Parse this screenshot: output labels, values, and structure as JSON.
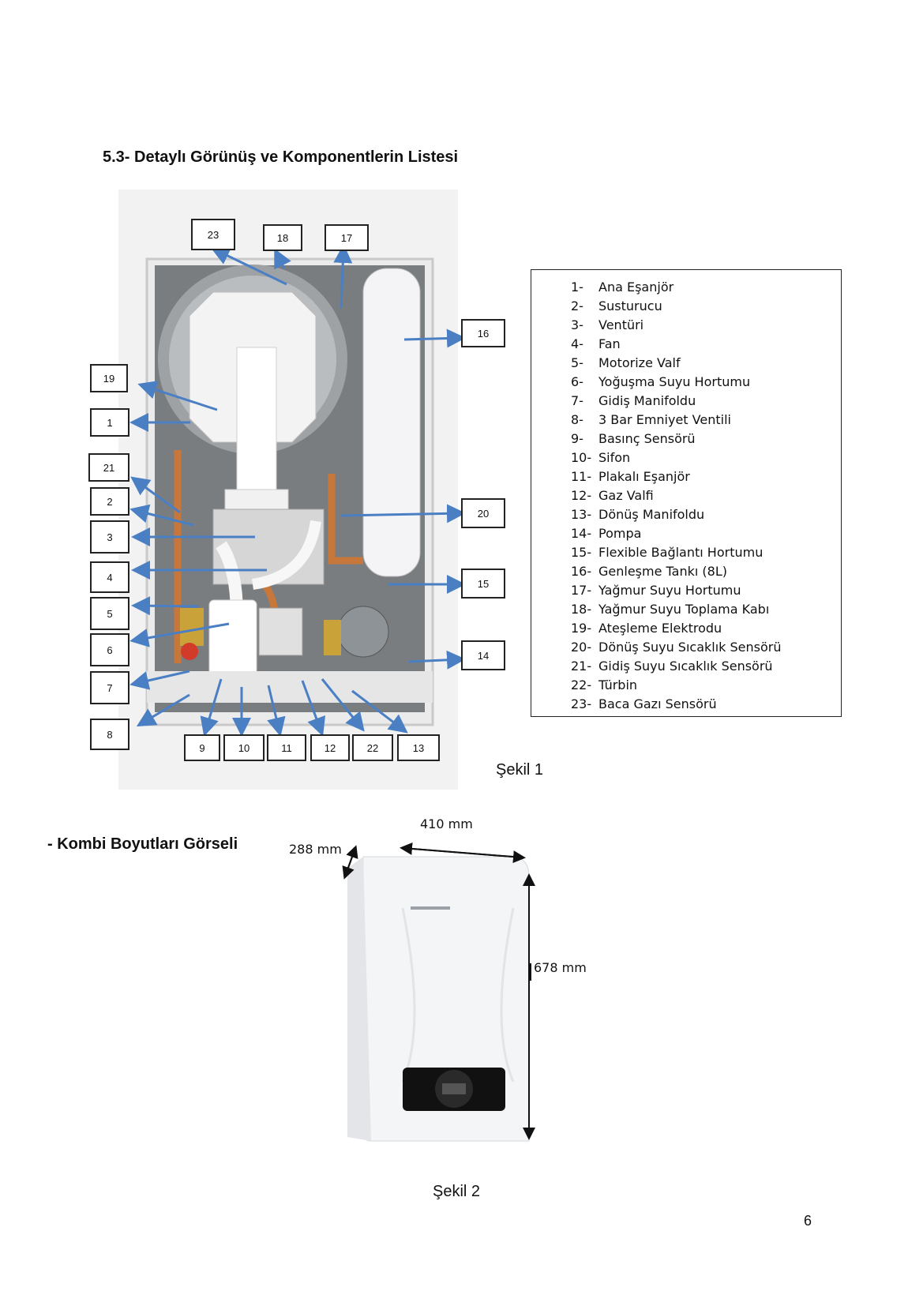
{
  "page": {
    "section_title": "5.3- Detaylı Görünüş ve Komponentlerin Listesi",
    "figure1_caption": "Şekil 1",
    "sub_title": "- Kombi Boyutları Görseli",
    "figure2_caption": "Şekil 2",
    "page_number": "6"
  },
  "callouts": [
    "23",
    "18",
    "17",
    "16",
    "19",
    "1",
    "21",
    "2",
    "3",
    "4",
    "5",
    "6",
    "7",
    "8",
    "20",
    "15",
    "14",
    "9",
    "10",
    "11",
    "12",
    "22",
    "13"
  ],
  "components": [
    {
      "num": "1-",
      "name": "Ana Eşanjör"
    },
    {
      "num": "2-",
      "name": "Susturucu"
    },
    {
      "num": "3-",
      "name": "Ventüri"
    },
    {
      "num": "4-",
      "name": "Fan"
    },
    {
      "num": "5-",
      "name": "Motorize Valf"
    },
    {
      "num": "6-",
      "name": "Yoğuşma Suyu Hortumu"
    },
    {
      "num": "7-",
      "name": "Gidiş Manifoldu"
    },
    {
      "num": "8-",
      "name": "3 Bar Emniyet Ventili"
    },
    {
      "num": "9-",
      "name": "Basınç Sensörü"
    },
    {
      "num": "10-",
      "name": "Sifon"
    },
    {
      "num": "11-",
      "name": "Plakalı Eşanjör"
    },
    {
      "num": "12-",
      "name": "Gaz Valfi"
    },
    {
      "num": "13-",
      "name": "Dönüş Manifoldu"
    },
    {
      "num": "14-",
      "name": "Pompa"
    },
    {
      "num": "15-",
      "name": "Flexible Bağlantı Hortumu"
    },
    {
      "num": "16-",
      "name": "Genleşme Tankı (8L)"
    },
    {
      "num": "17-",
      "name": "Yağmur Suyu Hortumu"
    },
    {
      "num": "18-",
      "name": "Yağmur Suyu Toplama Kabı"
    },
    {
      "num": "19-",
      "name": "Ateşleme Elektrodu"
    },
    {
      "num": "20-",
      "name": "Dönüş Suyu Sıcaklık Sensörü"
    },
    {
      "num": "21-",
      "name": "Gidiş Suyu Sıcaklık Sensörü"
    },
    {
      "num": "22-",
      "name": "Türbin"
    },
    {
      "num": "23-",
      "name": "Baca Gazı Sensörü"
    }
  ],
  "dimensions": {
    "width": "410 mm",
    "depth": "288 mm",
    "height": "678 mm"
  },
  "colors": {
    "arrow": "#4a7fc4",
    "copper": "#c8773a",
    "brass": "#c9a23a",
    "panel": "#dcdcdc"
  }
}
